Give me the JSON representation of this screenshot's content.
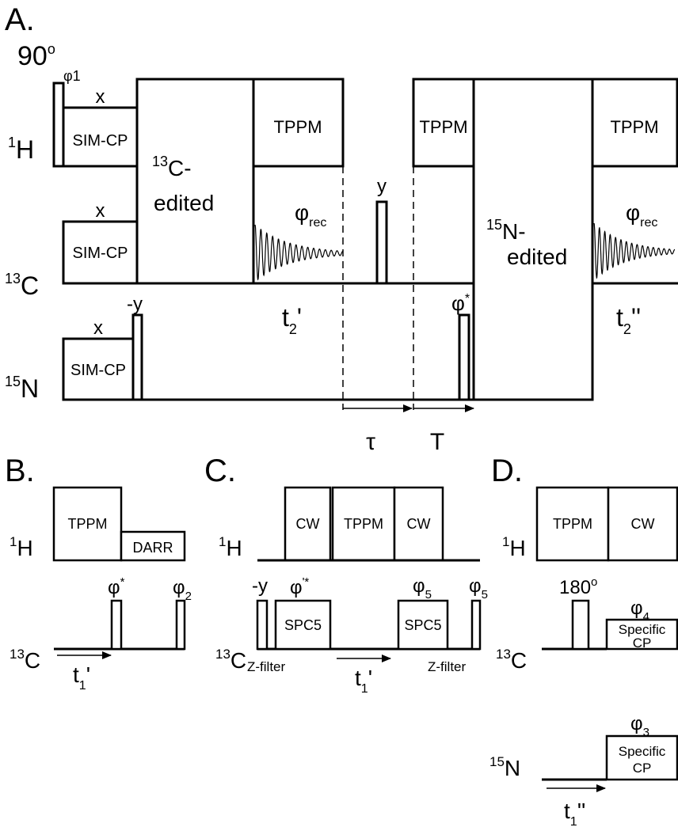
{
  "panelA": {
    "label": "A.",
    "channels": {
      "h": "H",
      "c": "C",
      "n": "N",
      "h_iso": "1",
      "c_iso": "13",
      "n_iso": "15"
    },
    "pulse90": {
      "value": "90",
      "deg": "o"
    },
    "phi1": {
      "sym": "φ",
      "sub": "1"
    },
    "x_h": "x",
    "x_c": "x",
    "x_n": "x",
    "simcp": "SIM-CP",
    "minus_y": "-y",
    "c_edited_iso": "13",
    "c_edited_line1": "C-",
    "c_edited_line2": "edited",
    "tppm": "TPPM",
    "phirec_sym": "φ",
    "phirec_sub": "rec",
    "t2p": "t",
    "t2p_sub": "2",
    "t2p_prime": "'",
    "y_label": "y",
    "tau": "τ",
    "T": "T",
    "phistar_sym": "φ",
    "phistar_sup": "*",
    "n_edited_iso": "15",
    "n_edited_line1": "N-",
    "n_edited_line2": "edited",
    "t2pp": "t",
    "t2pp_sub": "2",
    "t2pp_prime": "''"
  },
  "panelB": {
    "label": "B.",
    "h_iso": "1",
    "h": "H",
    "c_iso": "13",
    "c": "C",
    "tppm": "TPPM",
    "darr": "DARR",
    "phistar_sym": "φ",
    "phistar_sup": "*",
    "phi2_sym": "φ",
    "phi2_sub": "2",
    "t1": "t",
    "t1_sub": "1",
    "t1_prime": "'"
  },
  "panelC": {
    "label": "C.",
    "h_iso": "1",
    "h": "H",
    "c_iso": "13",
    "c": "C",
    "cw": "CW",
    "tppm": "TPPM",
    "minus_y": "-y",
    "phipstar_sym": "φ",
    "phipstar_sup": "'*",
    "phi5_sym": "φ",
    "phi5_sub": "5",
    "spc5": "SPC5",
    "zfilter": "Z-filter",
    "t1": "t",
    "t1_sub": "1",
    "t1_prime": "'"
  },
  "panelD": {
    "label": "D.",
    "h_iso": "1",
    "h": "H",
    "c_iso": "13",
    "c": "C",
    "n_iso": "15",
    "n": "N",
    "tppm": "TPPM",
    "cw": "CW",
    "pulse180": {
      "value": "180",
      "deg": "o"
    },
    "phi4_sym": "φ",
    "phi4_sub": "4",
    "phi3_sym": "φ",
    "phi3_sub": "3",
    "specific": "Specific",
    "cp": "CP",
    "t1": "t",
    "t1_sub": "1",
    "t1_prime": "''"
  }
}
